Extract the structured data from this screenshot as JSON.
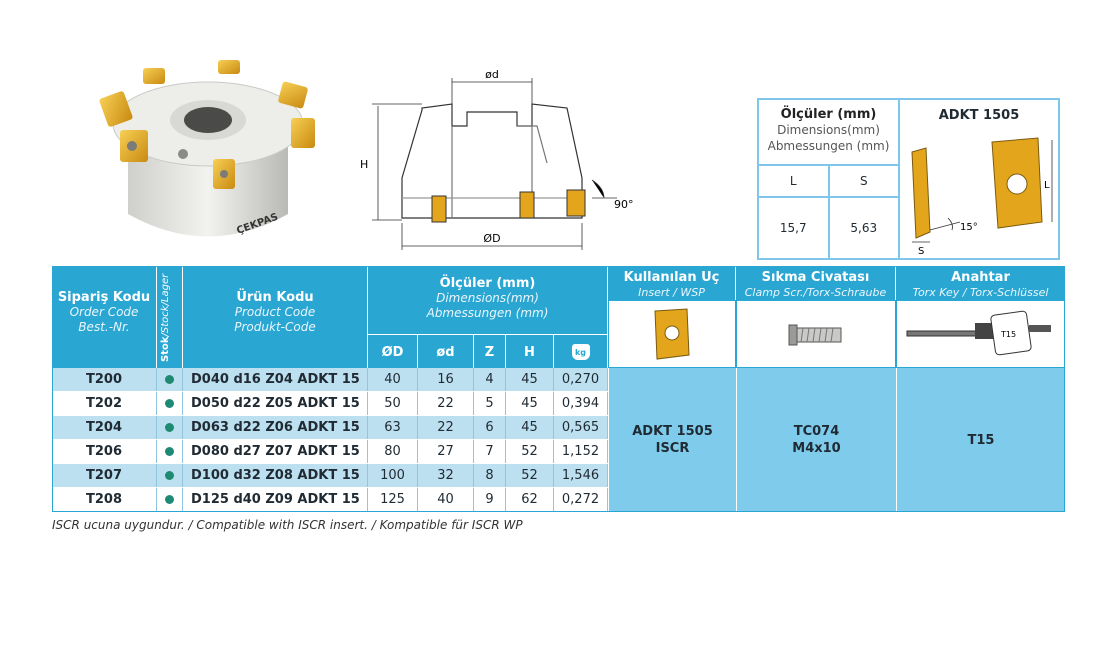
{
  "figures": {
    "product_label": "ÇEKPAS",
    "drawing": {
      "d_label": "ød",
      "D_label": "ØD",
      "H_label": "H",
      "angle_label": "90°"
    }
  },
  "insert_box": {
    "title_tr": "Ölçüler (mm)",
    "title_en": "Dimensions(mm)",
    "title_de": "Abmessungen (mm)",
    "col_L": "L",
    "col_S": "S",
    "val_L": "15,7",
    "val_S": "5,63",
    "insert_name": "ADKT 1505",
    "draw_S": "S",
    "draw_L": "L",
    "draw_angle": "15°"
  },
  "table": {
    "headers": {
      "order_tr": "Sipariş Kodu",
      "order_en": "Order Code",
      "order_de": "Best.-Nr.",
      "stock_tr": "Stok",
      "stock_en": "/Stock/Lager",
      "product_tr": "Ürün Kodu",
      "product_en": "Product Code",
      "product_de": "Produkt-Code",
      "dims_tr": "Ölçüler (mm)",
      "dims_en": "Dimensions(mm)",
      "dims_de": "Abmessungen (mm)",
      "col_D": "ØD",
      "col_d": "ød",
      "col_Z": "Z",
      "col_H": "H",
      "insert_tr": "Kullanılan Uç",
      "insert_en": "Insert / WSP",
      "screw_tr": "Sıkma Civatası",
      "screw_en": "Clamp Scr./Torx-Schraube",
      "key_tr": "Anahtar",
      "key_en": "Torx Key / Torx-Schlüssel",
      "weight_icon": "weight-kg-icon",
      "kg": "kg"
    },
    "rows": [
      {
        "code": "T200",
        "product": "D040 d16 Z04 ADKT 15",
        "D": "40",
        "d": "16",
        "Z": "4",
        "H": "45",
        "weight": "0,270"
      },
      {
        "code": "T202",
        "product": "D050 d22 Z05 ADKT 15",
        "D": "50",
        "d": "22",
        "Z": "5",
        "H": "45",
        "weight": "0,394"
      },
      {
        "code": "T204",
        "product": "D063 d22 Z06 ADKT 15",
        "D": "63",
        "d": "22",
        "Z": "6",
        "H": "45",
        "weight": "0,565"
      },
      {
        "code": "T206",
        "product": "D080 d27 Z07 ADKT 15",
        "D": "80",
        "d": "27",
        "Z": "7",
        "H": "52",
        "weight": "1,152"
      },
      {
        "code": "T207",
        "product": "D100 d32 Z08 ADKT 15",
        "D": "100",
        "d": "32",
        "Z": "8",
        "H": "52",
        "weight": "1,546"
      },
      {
        "code": "T208",
        "product": "D125 d40 Z09 ADKT 15",
        "D": "125",
        "d": "40",
        "Z": "9",
        "H": "62",
        "weight": "0,272"
      }
    ],
    "insert_value": "ADKT 1505\nISCR",
    "screw_value": "TC074\nM4x10",
    "key_value": "T15",
    "key_tag": "T15"
  },
  "footnote": "ISCR ucuna uygundur. / Compatible with ISCR insert. / Kompatible für ISCR WP",
  "colors": {
    "header_blue": "#2aa6d3",
    "row_alt": "#bde0f1",
    "merged_cell": "#7ecbec",
    "stock_dot": "#1f8a73",
    "insert_gold": "#e3a51c"
  }
}
